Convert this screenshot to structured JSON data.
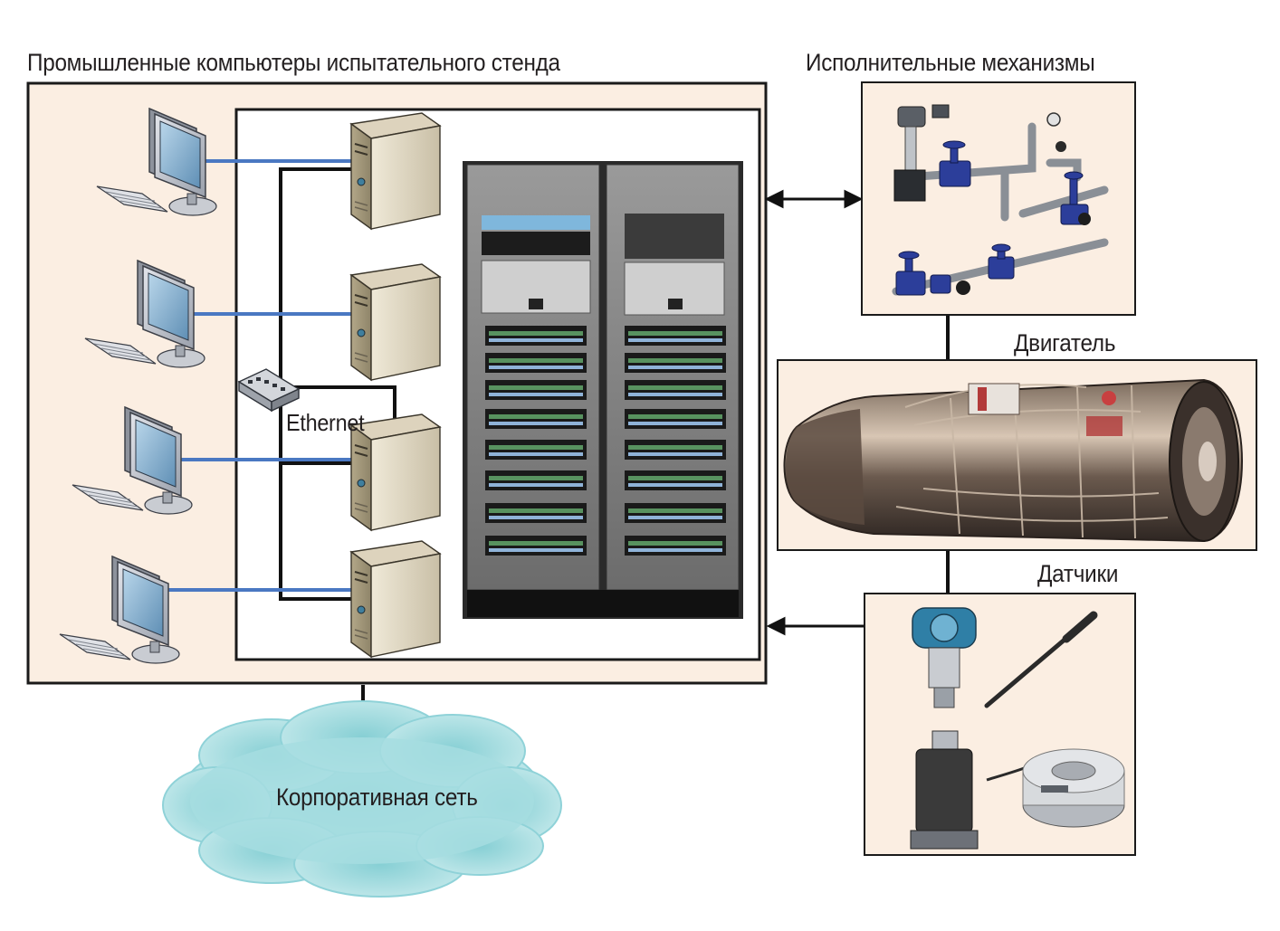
{
  "labels": {
    "pc_group": "Промышленные компьютеры испытательного стенда",
    "actuators": "Исполнительные механизмы",
    "engine": "Двигатель",
    "sensors": "Датчики",
    "network": "Ethernet",
    "corporate_net": "Корпоративная сеть"
  },
  "workstations": [
    {
      "id": "ws-1"
    },
    {
      "id": "ws-2"
    },
    {
      "id": "ws-3"
    },
    {
      "id": "ws-4"
    }
  ],
  "servers": [
    {
      "id": "srv-1"
    },
    {
      "id": "srv-2"
    },
    {
      "id": "srv-3"
    },
    {
      "id": "srv-4"
    }
  ],
  "colors": {
    "panel_fill": "#fbeee2",
    "link_blue": "#4a78c2",
    "cloud": "#aee0e3",
    "border": "#1a1a1a"
  },
  "icons": {
    "workstation": "monitor-keyboard-icon",
    "server": "tower-server-icon",
    "switch": "network-switch-icon",
    "cabinet": "equipment-rack-image",
    "actuators": "valves-pipes-image",
    "engine": "jet-engine-image",
    "sensors": "sensors-image",
    "cloud": "cloud-icon"
  }
}
